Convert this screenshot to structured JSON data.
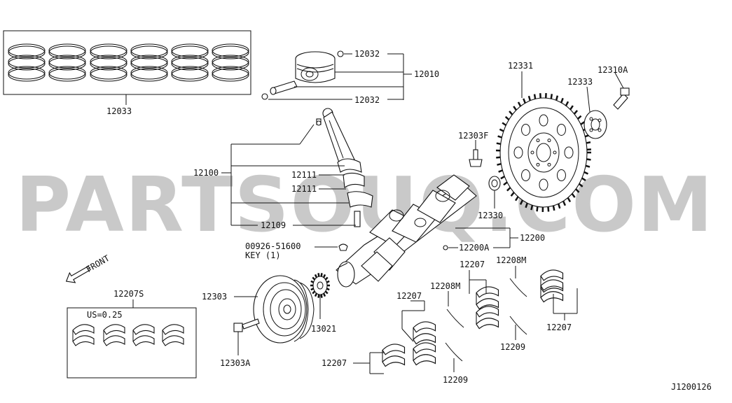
{
  "watermark": "PARTSOUQ.COM",
  "diagram_code": "J1200126",
  "front_label": "FRONT",
  "us_label": "US=0.25",
  "part_labels": {
    "p12033": "12033",
    "p12032_top": "12032",
    "p12010": "12010",
    "p12032_bottom": "12032",
    "p12331": "12331",
    "p12310A": "12310A",
    "p12333": "12333",
    "p12303F": "12303F",
    "p12100": "12100",
    "p12111_a": "12111",
    "p12111_b": "12111",
    "p12330": "12330",
    "p12109": "12109",
    "p12200": "12200",
    "p00926": "00926-51600",
    "key": "KEY (1)",
    "p12200A": "12200A",
    "p12207S": "12207S",
    "p12303": "12303",
    "p13021": "13021",
    "p12303A": "12303A",
    "p12207_a": "12207",
    "p12208M_a": "12208M",
    "p12207_b": "12207",
    "p12208M_b": "12208M",
    "p12209_a": "12209",
    "p12207_c": "12207",
    "p12207_d": "12207",
    "p12209_b": "12209"
  }
}
